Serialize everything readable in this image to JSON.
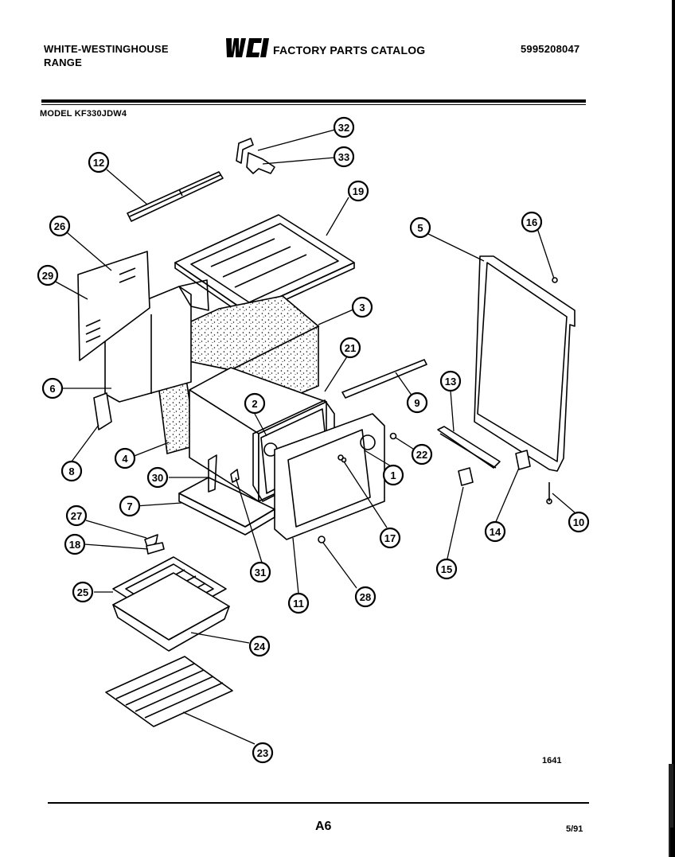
{
  "header": {
    "brand_line1": "WHITE-WESTINGHOUSE",
    "brand_line2": "RANGE",
    "logo_text": "WCI",
    "catalog_title": "FACTORY PARTS CATALOG",
    "catalog_number": "5995208047",
    "model": "MODEL KF330JDW4"
  },
  "footer": {
    "diagram_code": "1641",
    "page_number": "A6",
    "date": "5/91"
  },
  "callouts": [
    "1",
    "2",
    "3",
    "4",
    "5",
    "6",
    "7",
    "8",
    "9",
    "10",
    "11",
    "12",
    "13",
    "14",
    "15",
    "16",
    "17",
    "18",
    "19",
    "21",
    "22",
    "23",
    "24",
    "25",
    "26",
    "27",
    "28",
    "29",
    "30",
    "31",
    "32",
    "33"
  ]
}
